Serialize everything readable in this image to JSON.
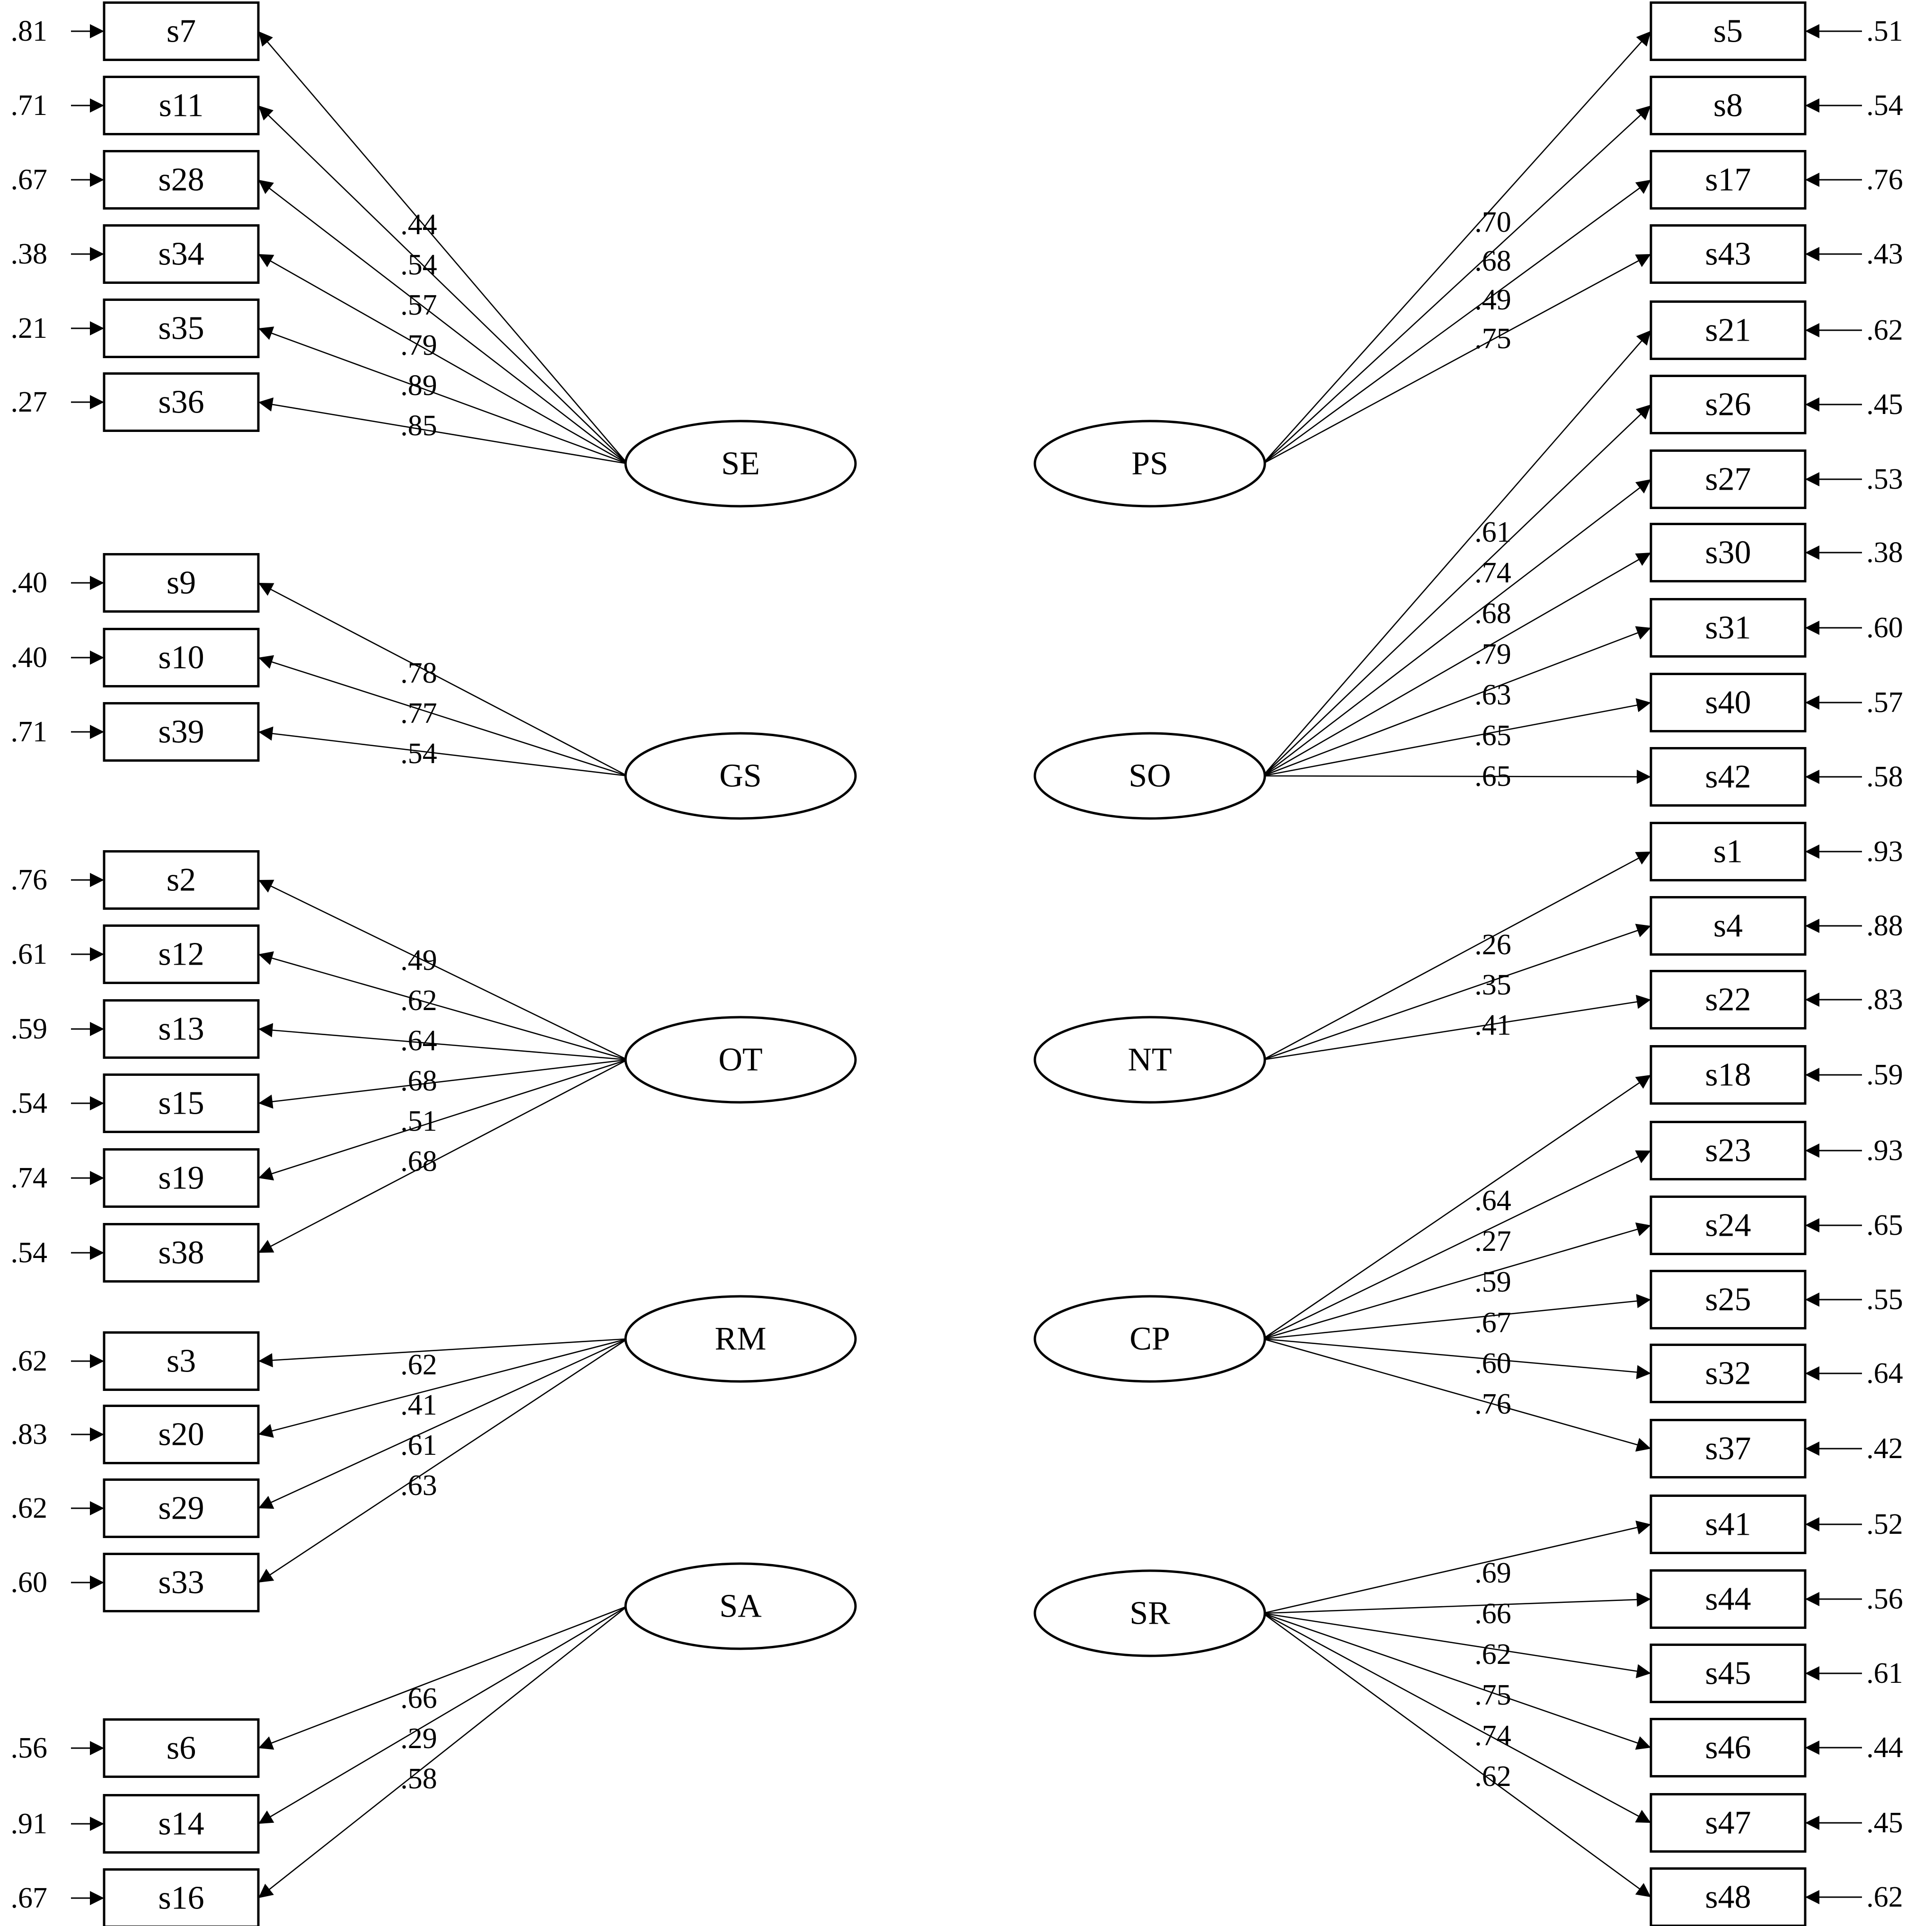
{
  "factors": [
    {
      "name": "SE",
      "items": [
        {
          "item": "s7",
          "loading": ".44",
          "error": ".81"
        },
        {
          "item": "s11",
          "loading": ".54",
          "error": ".71"
        },
        {
          "item": "s28",
          "loading": ".57",
          "error": ".67"
        },
        {
          "item": "s34",
          "loading": ".79",
          "error": ".38"
        },
        {
          "item": "s35",
          "loading": ".89",
          "error": ".21"
        },
        {
          "item": "s36",
          "loading": ".85",
          "error": ".27"
        }
      ]
    },
    {
      "name": "GS",
      "items": [
        {
          "item": "s9",
          "loading": ".78",
          "error": ".40"
        },
        {
          "item": "s10",
          "loading": ".77",
          "error": ".40"
        },
        {
          "item": "s39",
          "loading": ".54",
          "error": ".71"
        }
      ]
    },
    {
      "name": "OT",
      "items": [
        {
          "item": "s2",
          "loading": ".49",
          "error": ".76"
        },
        {
          "item": "s12",
          "loading": ".62",
          "error": ".61"
        },
        {
          "item": "s13",
          "loading": ".64",
          "error": ".59"
        },
        {
          "item": "s15",
          "loading": ".68",
          "error": ".54"
        },
        {
          "item": "s19",
          "loading": ".51",
          "error": ".74"
        },
        {
          "item": "s38",
          "loading": ".68",
          "error": ".54"
        }
      ]
    },
    {
      "name": "RM",
      "items": [
        {
          "item": "s3",
          "loading": ".62",
          "error": ".62"
        },
        {
          "item": "s20",
          "loading": ".41",
          "error": ".83"
        },
        {
          "item": "s29",
          "loading": ".61",
          "error": ".62"
        },
        {
          "item": "s33",
          "loading": ".63",
          "error": ".60"
        }
      ]
    },
    {
      "name": "SA",
      "items": [
        {
          "item": "s6",
          "loading": ".66",
          "error": ".56"
        },
        {
          "item": "s14",
          "loading": ".29",
          "error": ".91"
        },
        {
          "item": "s16",
          "loading": ".58",
          "error": ".67"
        }
      ]
    },
    {
      "name": "PS",
      "items": [
        {
          "item": "s5",
          "loading": ".70",
          "error": ".51"
        },
        {
          "item": "s8",
          "loading": ".68",
          "error": ".54"
        },
        {
          "item": "s17",
          "loading": ".49",
          "error": ".76"
        },
        {
          "item": "s43",
          "loading": ".75",
          "error": ".43"
        }
      ]
    },
    {
      "name": "SO",
      "items": [
        {
          "item": "s21",
          "loading": ".61",
          "error": ".62"
        },
        {
          "item": "s26",
          "loading": ".74",
          "error": ".45"
        },
        {
          "item": "s27",
          "loading": ".68",
          "error": ".53"
        },
        {
          "item": "s30",
          "loading": ".79",
          "error": ".38"
        },
        {
          "item": "s31",
          "loading": ".63",
          "error": ".60"
        },
        {
          "item": "s40",
          "loading": ".65",
          "error": ".57"
        },
        {
          "item": "s42",
          "loading": ".65",
          "error": ".58"
        }
      ]
    },
    {
      "name": "NT",
      "items": [
        {
          "item": "s1",
          "loading": ".26",
          "error": ".93"
        },
        {
          "item": "s4",
          "loading": ".35",
          "error": ".88"
        },
        {
          "item": "s22",
          "loading": ".41",
          "error": ".83"
        }
      ]
    },
    {
      "name": "CP",
      "items": [
        {
          "item": "s18",
          "loading": ".64",
          "error": ".59"
        },
        {
          "item": "s23",
          "loading": ".27",
          "error": ".93"
        },
        {
          "item": "s24",
          "loading": ".59",
          "error": ".65"
        },
        {
          "item": "s25",
          "loading": ".67",
          "error": ".55"
        },
        {
          "item": "s32",
          "loading": ".60",
          "error": ".64"
        },
        {
          "item": "s37",
          "loading": ".76",
          "error": ".42"
        }
      ]
    },
    {
      "name": "SR",
      "items": [
        {
          "item": "s41",
          "loading": ".69",
          "error": ".52"
        },
        {
          "item": "s44",
          "loading": ".66",
          "error": ".56"
        },
        {
          "item": "s45",
          "loading": ".62",
          "error": ".61"
        },
        {
          "item": "s46",
          "loading": ".75",
          "error": ".44"
        },
        {
          "item": "s47",
          "loading": ".74",
          "error": ".45"
        },
        {
          "item": "s48",
          "loading": ".62",
          "error": ".62"
        }
      ]
    }
  ]
}
